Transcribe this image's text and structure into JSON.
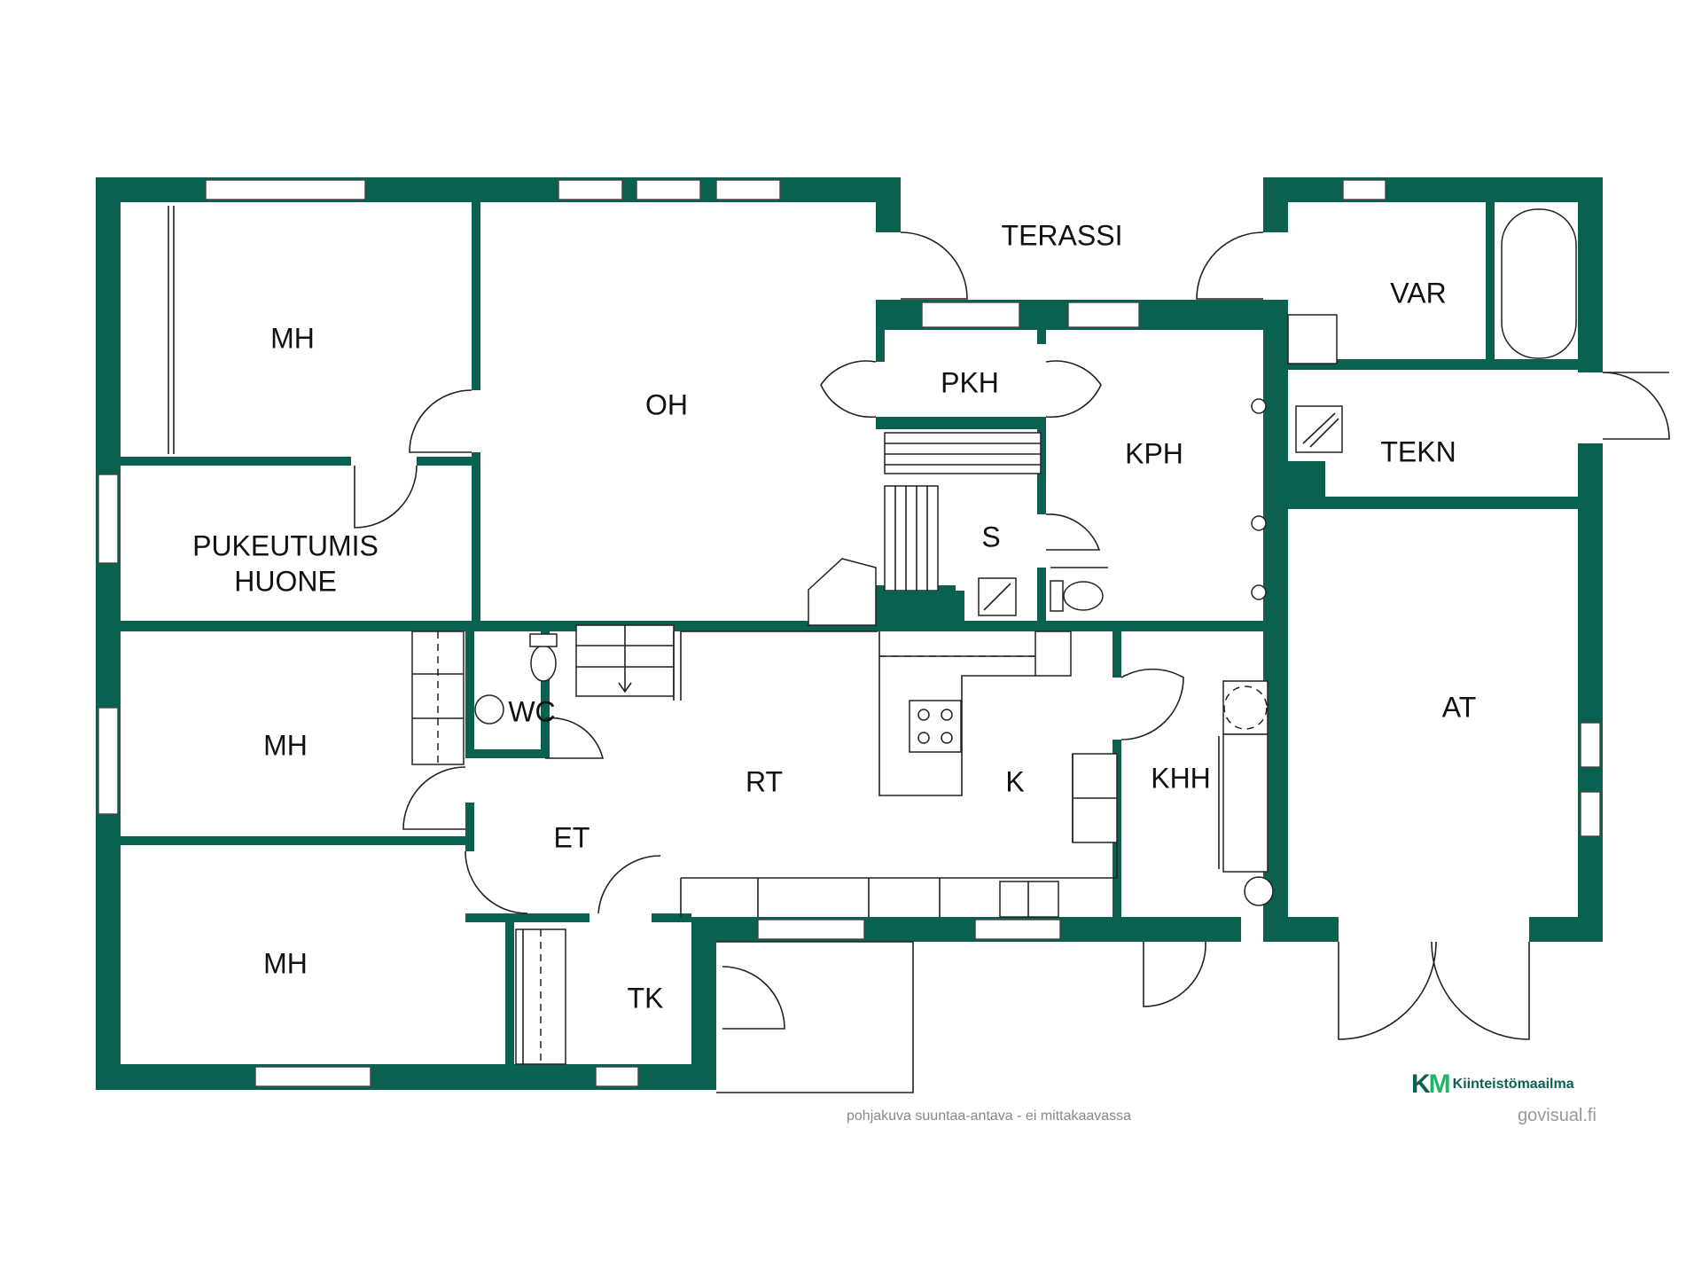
{
  "rooms": {
    "mh_top": "MH",
    "oh": "OH",
    "terassi": "TERASSI",
    "var": "VAR",
    "pkh": "PKH",
    "kph": "KPH",
    "tekn": "TEKN",
    "s": "S",
    "pukeutumis_1": "PUKEUTUMIS",
    "pukeutumis_2": "HUONE",
    "mh_middle": "MH",
    "wc": "WC",
    "rt": "RT",
    "k": "K",
    "khh": "KHH",
    "at": "AT",
    "et": "ET",
    "mh_bottom": "MH",
    "tk": "TK"
  },
  "footer": {
    "disclaimer": "pohjakuva suuntaa-antava - ei mittakaavassa",
    "brand_k": "K",
    "brand_m": "M",
    "brand_name": "Kiinteistömaailma",
    "credit": "govisual.fi"
  },
  "colors": {
    "wall": "#0b6150",
    "brand_accent": "#1fb56a"
  },
  "icons": [
    "electric-panel-icon",
    "stove-icon",
    "sink-icon",
    "toilet-icon",
    "bathtub-icon",
    "washbasin-icon",
    "shower-icon",
    "stairs-icon"
  ]
}
